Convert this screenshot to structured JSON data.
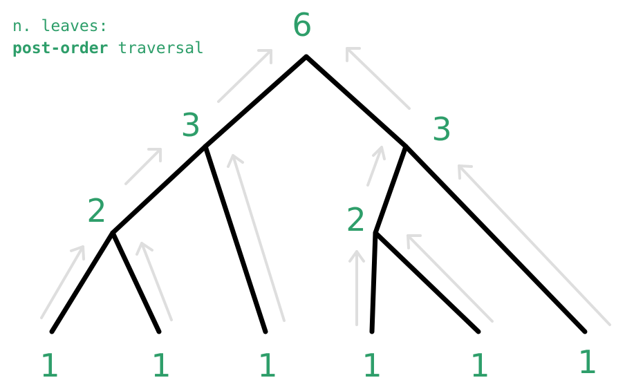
{
  "caption": {
    "line1": "n. leaves:",
    "line2_bold": "post-order",
    "line2_rest": " traversal"
  },
  "nodes": {
    "root": "6",
    "left_internal": "3",
    "right_internal": "3",
    "left_sub": "2",
    "right_sub": "2",
    "leaf1": "1",
    "leaf2": "1",
    "leaf3": "1",
    "leaf4": "1",
    "leaf5": "1",
    "leaf6": "1"
  },
  "colors": {
    "label": "#2e9e6a",
    "edge": "#000000",
    "arrow": "#dedede"
  }
}
